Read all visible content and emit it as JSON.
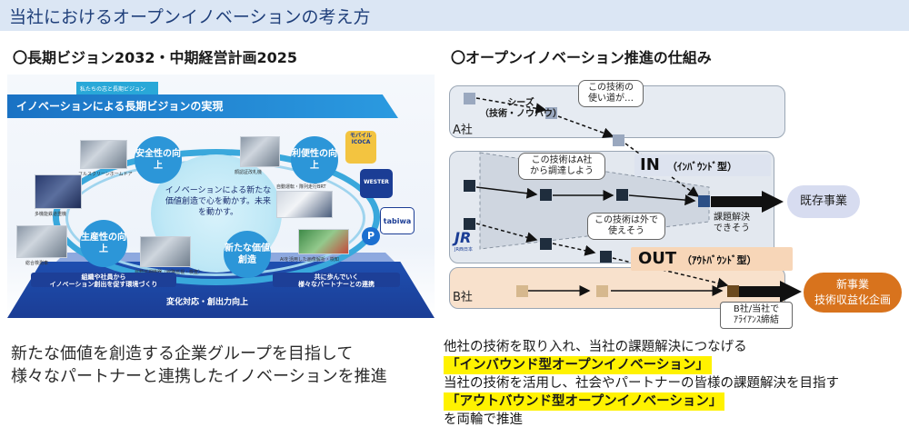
{
  "page_title": "当社におけるオープンイノベーションの考え方",
  "left": {
    "heading": "〇長期ビジョン2032・中期経営計画2025",
    "tab_label": "私たちの志と長期ビジョン",
    "banner": "イノベーションによる長期ビジョンの実現",
    "center_text": "イノベーションによる新たな価値創造で心を動かす。未来を動かす。",
    "circles": {
      "safety": "安全性の向上",
      "convenience": "利便性の向上",
      "productivity": "生産性の向上",
      "new_value": "新たな価値創造"
    },
    "photo_captions": {
      "platform_door": "フルスクリーンホームドア",
      "robot": "多機能鉄道重機",
      "station_check": "総合検測車",
      "auto_ticket": "顔認証改札機",
      "auto_drive": "自動運転・隊列走行BRT",
      "ai": "AIを活用した画像解析・検知",
      "inspection": "自動巡視機器（線路巡視・検査）"
    },
    "logos": {
      "icoca": "モバイルICOCA",
      "wester": "WESTER",
      "tabiwa": "tabiwa",
      "p": "P"
    },
    "pill_left": "組織や社員から\nイノベーション創出を促す環境づくり",
    "pill_right": "共に歩んでいく\n様々なパートナーとの連携",
    "floor_text": "変化対応・創出力向上",
    "statement_1": "新たな価値を創造する企業グループを目指して",
    "statement_2": "様々なパートナーと連携したイノベーションを推進"
  },
  "right": {
    "heading": "〇オープンイノベーション推進の仕組み",
    "company_a": "A社",
    "company_b": "B社",
    "seeds_label": "シーズ\n（技術・ノウハウ）",
    "callout_use": "この技術の\n使い道が…",
    "callout_procure": "この技術はA社\nから調達しよう",
    "callout_out": "この技術は外で\n使えそう",
    "callout_solve": "課題解決\nできそう",
    "callout_alliance": "B社/当社で\nｱﾗｲｱﾝｽ締結",
    "in_label": "IN",
    "in_sub": "（ｲﾝﾊﾞｳﾝﾄﾞ型）",
    "out_label": "OUT",
    "out_sub": "（ｱｳﾄﾊﾞｳﾝﾄﾞ型）",
    "existing_business": "既存事業",
    "new_business": "新事業\n技術収益化企画",
    "jr_label": "JR",
    "jr_sub": "JR西日本"
  },
  "bottom": {
    "line1": "他社の技術を取り入れ、当社の課題解決につなげる",
    "line2": "「インバウンド型オープンイノベーション」",
    "line3": "当社の技術を活用し、社会やパートナーの皆様の課題解決を目指す",
    "line4": "「アウトバウンド型オープンイノベーション」",
    "line5": "を両輪で推進"
  },
  "colors": {
    "title_bg": "#dbe6f4",
    "box_blue": "#dfe6f0",
    "box_peach": "#f8e2cf",
    "existing_oval": "#d7dcf0",
    "new_oval": "#d8731d",
    "highlight": "#fff200",
    "arrow": "#111111"
  }
}
